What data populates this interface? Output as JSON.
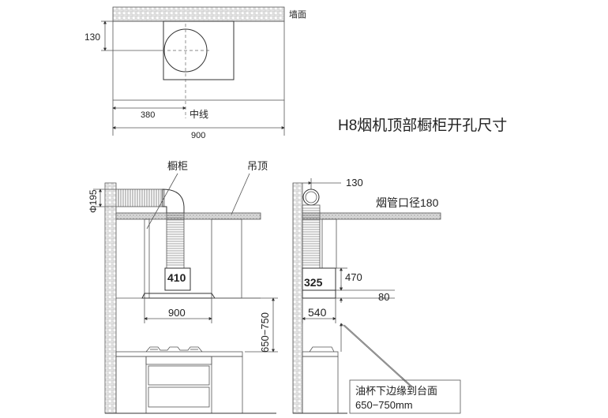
{
  "top_view": {
    "wall_label": "墙面",
    "dim_130": "130",
    "dim_380": "380",
    "center_label": "中线",
    "dim_900": "900"
  },
  "title": "H8烟机顶部橱柜开孔尺寸",
  "front_view": {
    "cabinet_label": "橱柜",
    "ceiling_label": "吊顶",
    "dim_phi195": "Φ195",
    "dim_410": "410",
    "dim_900": "900",
    "dim_650_750": "650−750"
  },
  "side_view": {
    "dim_130": "130",
    "duct_label": "烟管口径180",
    "dim_470": "470",
    "dim_325": "325",
    "dim_80": "80",
    "dim_540": "540",
    "note_line1": "油杯下边缘到台面",
    "note_line2": "650−750mm"
  }
}
